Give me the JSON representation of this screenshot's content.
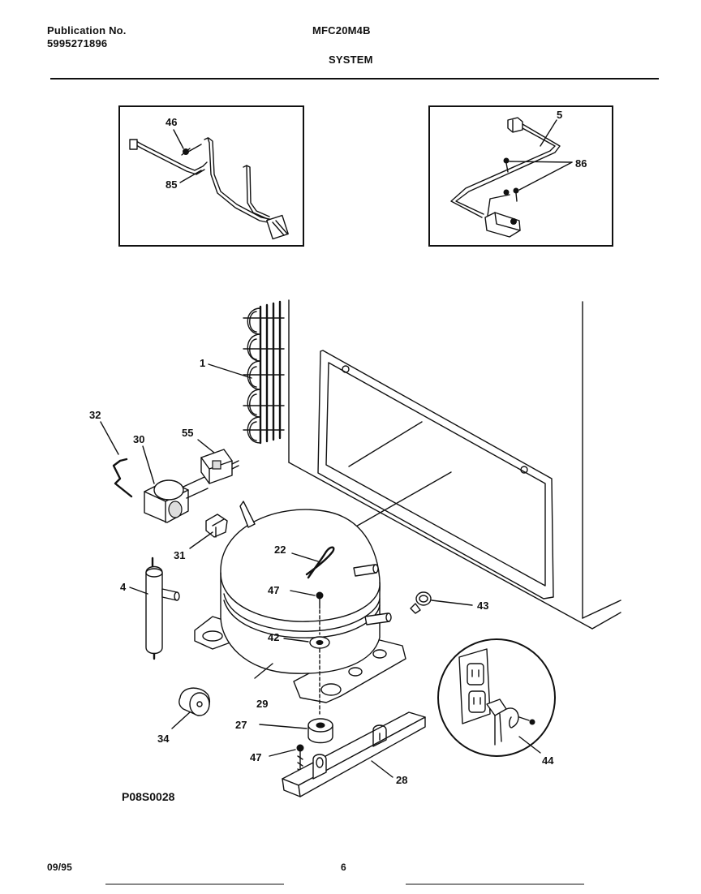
{
  "header": {
    "publication_label": "Publication No.",
    "publication_number": "5995271896",
    "model": "MFC20M4B",
    "section": "SYSTEM"
  },
  "footer": {
    "date": "09/95",
    "page": "6",
    "drawing_code": "P08S0028"
  },
  "callouts": {
    "c1": "1",
    "c4": "4",
    "c5": "5",
    "c22": "22",
    "c27": "27",
    "c28": "28",
    "c29": "29",
    "c30": "30",
    "c31": "31",
    "c32": "32",
    "c34": "34",
    "c42": "42",
    "c43": "43",
    "c44": "44",
    "c46": "46",
    "c47a": "47",
    "c47b": "47",
    "c55": "55",
    "c85": "85",
    "c86": "86"
  }
}
